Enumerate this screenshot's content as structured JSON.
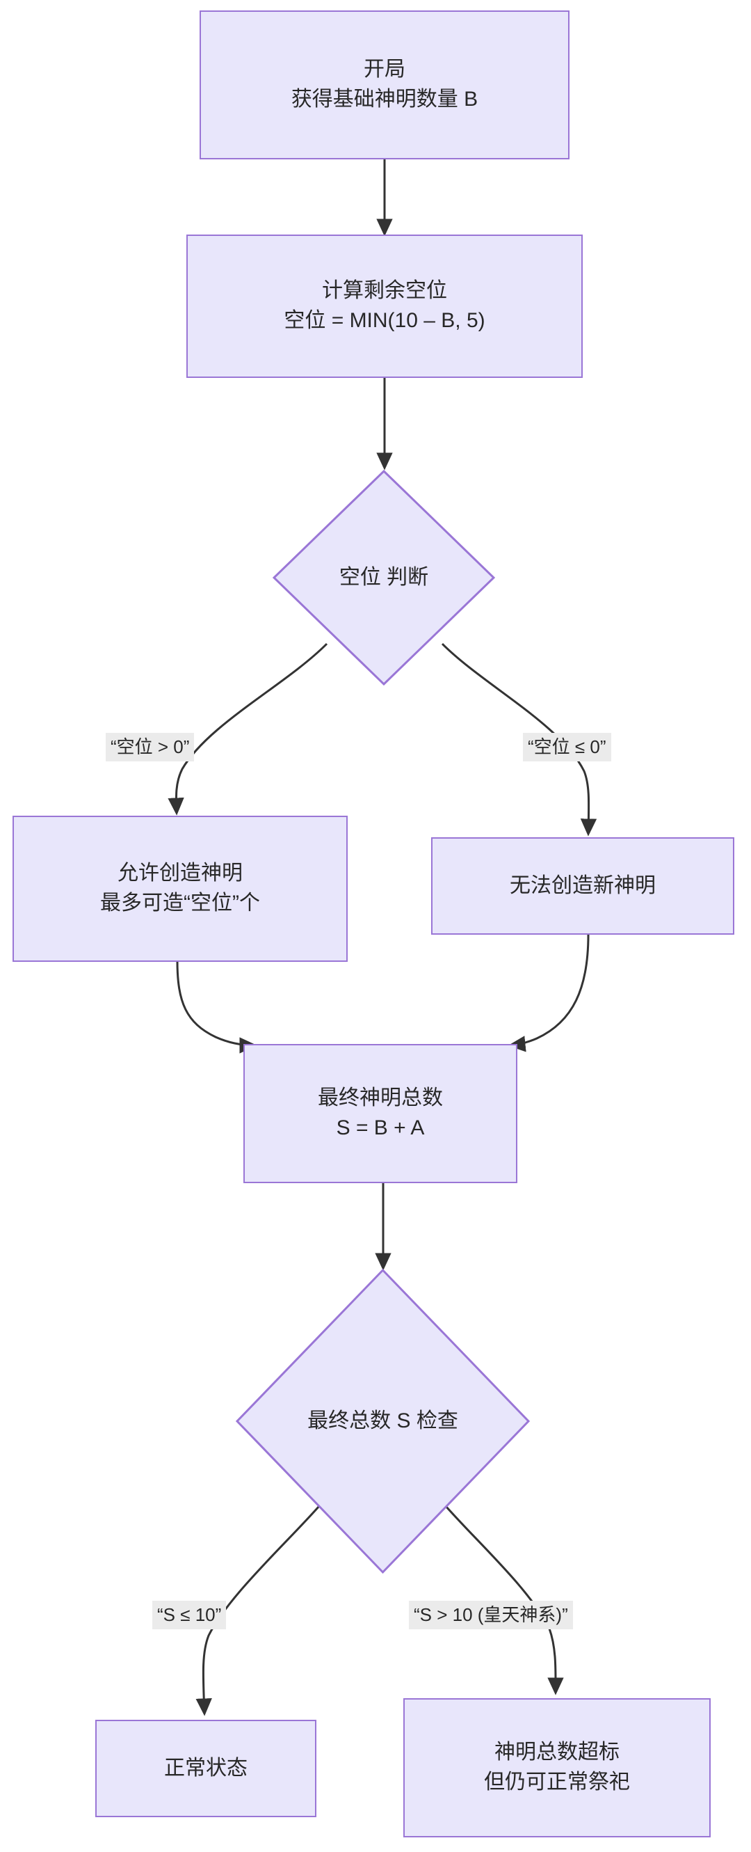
{
  "diagram": {
    "type": "flowchart",
    "direction": "top-down",
    "theme": {
      "node_fill": "#E8E6FB",
      "node_border": "#9A76D6",
      "edge_color": "#333333",
      "edge_label_bg": "#ebebeb",
      "text_color": "#272727",
      "background": "#ffffff"
    },
    "nodes": [
      {
        "id": "start",
        "shape": "rect",
        "lines": [
          "开局",
          "获得基础神明数量 B"
        ]
      },
      {
        "id": "calc_slots",
        "shape": "rect",
        "lines": [
          "计算剩余空位",
          "空位 = MIN(10 – B, 5)"
        ]
      },
      {
        "id": "slot_decision",
        "shape": "diamond",
        "lines": [
          "空位 判断"
        ]
      },
      {
        "id": "allow_create",
        "shape": "rect",
        "lines": [
          "允许创造神明",
          "最多可造“空位”个"
        ]
      },
      {
        "id": "cannot_create",
        "shape": "rect",
        "lines": [
          "无法创造新神明"
        ]
      },
      {
        "id": "final_total",
        "shape": "rect",
        "lines": [
          "最终神明总数",
          "S = B + A"
        ]
      },
      {
        "id": "total_check",
        "shape": "diamond",
        "lines": [
          "最终总数 S 检查"
        ]
      },
      {
        "id": "normal_state",
        "shape": "rect",
        "lines": [
          "正常状态"
        ]
      },
      {
        "id": "over_limit",
        "shape": "rect",
        "lines": [
          "神明总数超标",
          "但仍可正常祭祀"
        ]
      }
    ],
    "edges": [
      {
        "id": "e1",
        "from": "start",
        "to": "calc_slots",
        "label": ""
      },
      {
        "id": "e2",
        "from": "calc_slots",
        "to": "slot_decision",
        "label": ""
      },
      {
        "id": "e3",
        "from": "slot_decision",
        "to": "allow_create",
        "label": "“空位 > 0”"
      },
      {
        "id": "e4",
        "from": "slot_decision",
        "to": "cannot_create",
        "label": "“空位 ≤ 0”"
      },
      {
        "id": "e5",
        "from": "allow_create",
        "to": "final_total",
        "label": ""
      },
      {
        "id": "e6",
        "from": "cannot_create",
        "to": "final_total",
        "label": ""
      },
      {
        "id": "e7",
        "from": "final_total",
        "to": "total_check",
        "label": ""
      },
      {
        "id": "e8",
        "from": "total_check",
        "to": "normal_state",
        "label": "“S ≤ 10”"
      },
      {
        "id": "e9",
        "from": "total_check",
        "to": "over_limit",
        "label": "“S > 10 (皇天神系)”"
      }
    ]
  }
}
